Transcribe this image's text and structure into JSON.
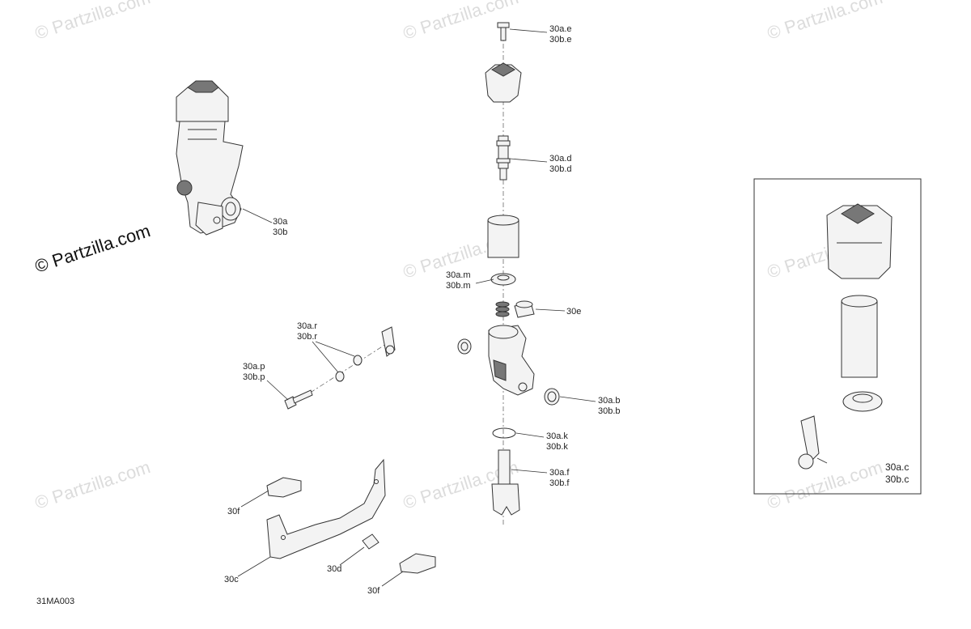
{
  "watermark": {
    "faint_text": "© Partzilla.com",
    "logo_text": "© Partzilla.com"
  },
  "diagram_code": "31MA003",
  "callouts": {
    "30a": "30a\n30b",
    "30ae": "30a.e\n30b.e",
    "30ad": "30a.d\n30b.d",
    "30am": "30a.m\n30b.m",
    "30e": "30e",
    "30ar": "30a.r\n30b.r",
    "30ap": "30a.p\n30b.p",
    "30ab": "30a.b\n30b.b",
    "30ak": "30a.k\n30b.k",
    "30af": "30a.f\n30b.f",
    "30f_left": "30f",
    "30c": "30c",
    "30d": "30d",
    "30f_bottom": "30f",
    "30ac": "30a.c\n30b.c"
  }
}
